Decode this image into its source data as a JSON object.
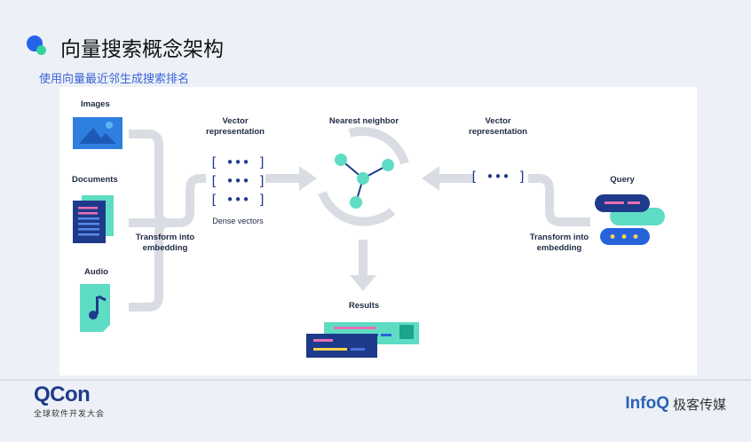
{
  "slide": {
    "title": "向量搜索概念架构",
    "subtitle": "使用向量最近邻生成搜索排名"
  },
  "diagram": {
    "inputs": [
      "Images",
      "Documents",
      "Audio"
    ],
    "transform_left": [
      "Transform into",
      "embedding"
    ],
    "vector_left_title": [
      "Vector",
      "representation"
    ],
    "vector_bracket": "[ ••• ]",
    "dense_vectors": "Dense vectors",
    "nearest_neighbor": "Nearest neighbor",
    "vector_right_title": [
      "Vector",
      "representation"
    ],
    "query": "Query",
    "transform_right": [
      "Transform into",
      "embedding"
    ],
    "results": "Results"
  },
  "footer": {
    "qcon_logo": "QCon",
    "qcon_sub": "全球软件开发大会",
    "infoq_logo": "InfoQ",
    "infoq_cn": "极客传媒"
  },
  "colors": {
    "navy": "#1e3a8a",
    "teal": "#5fdcc4",
    "arrow_gray": "#d9dde3",
    "accent_blue": "#2563eb"
  }
}
